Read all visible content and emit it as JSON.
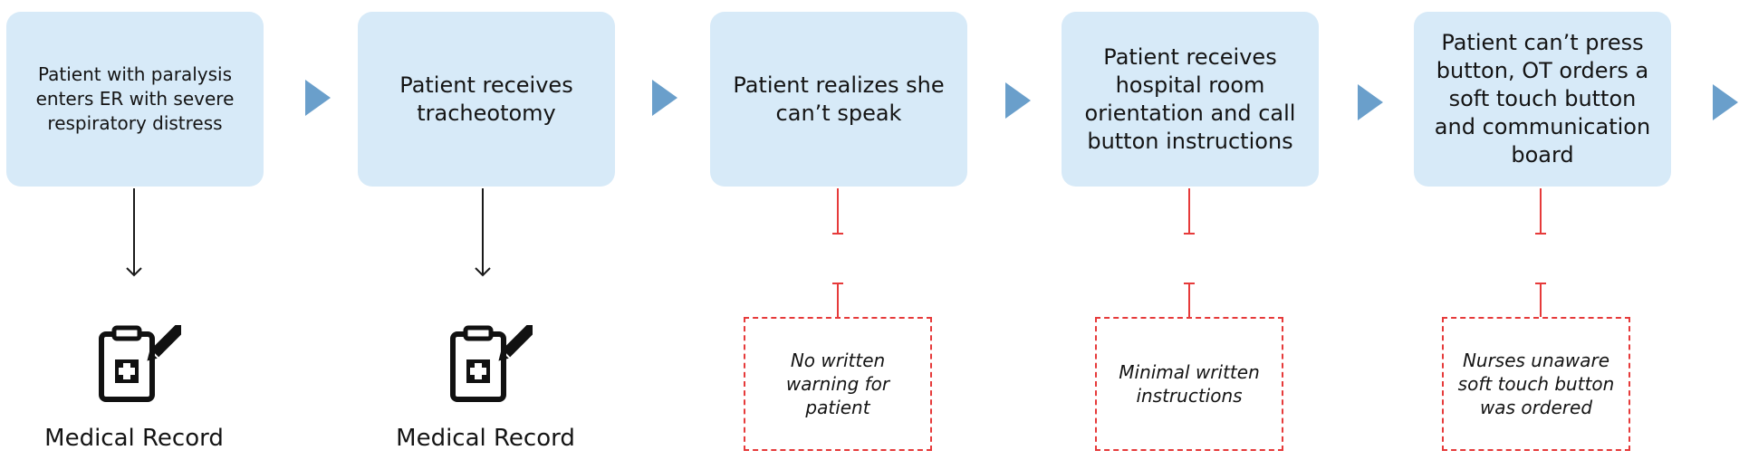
{
  "steps": [
    {
      "text": "Patient with paralysis enters ER with severe respiratory distress"
    },
    {
      "text": "Patient receives tracheotomy"
    },
    {
      "text": "Patient realizes she can’t speak"
    },
    {
      "text": "Patient receives hospital room orientation and call button instructions"
    },
    {
      "text": "Patient can’t press button, OT orders a soft touch button and communication board"
    }
  ],
  "records": [
    {
      "label": "Medical Record",
      "icon": "medical-clipboard-icon"
    },
    {
      "label": "Medical Record",
      "icon": "medical-clipboard-icon"
    }
  ],
  "pain_points": [
    {
      "text": "No written warning for patient"
    },
    {
      "text": "Minimal written instructions"
    },
    {
      "text": "Nurses unaware soft touch button was ordered"
    }
  ],
  "colors": {
    "step_fill": "#d7eaf8",
    "chevron": "#6a9fcb",
    "pain_border": "#e63a3a",
    "text": "#141414"
  }
}
